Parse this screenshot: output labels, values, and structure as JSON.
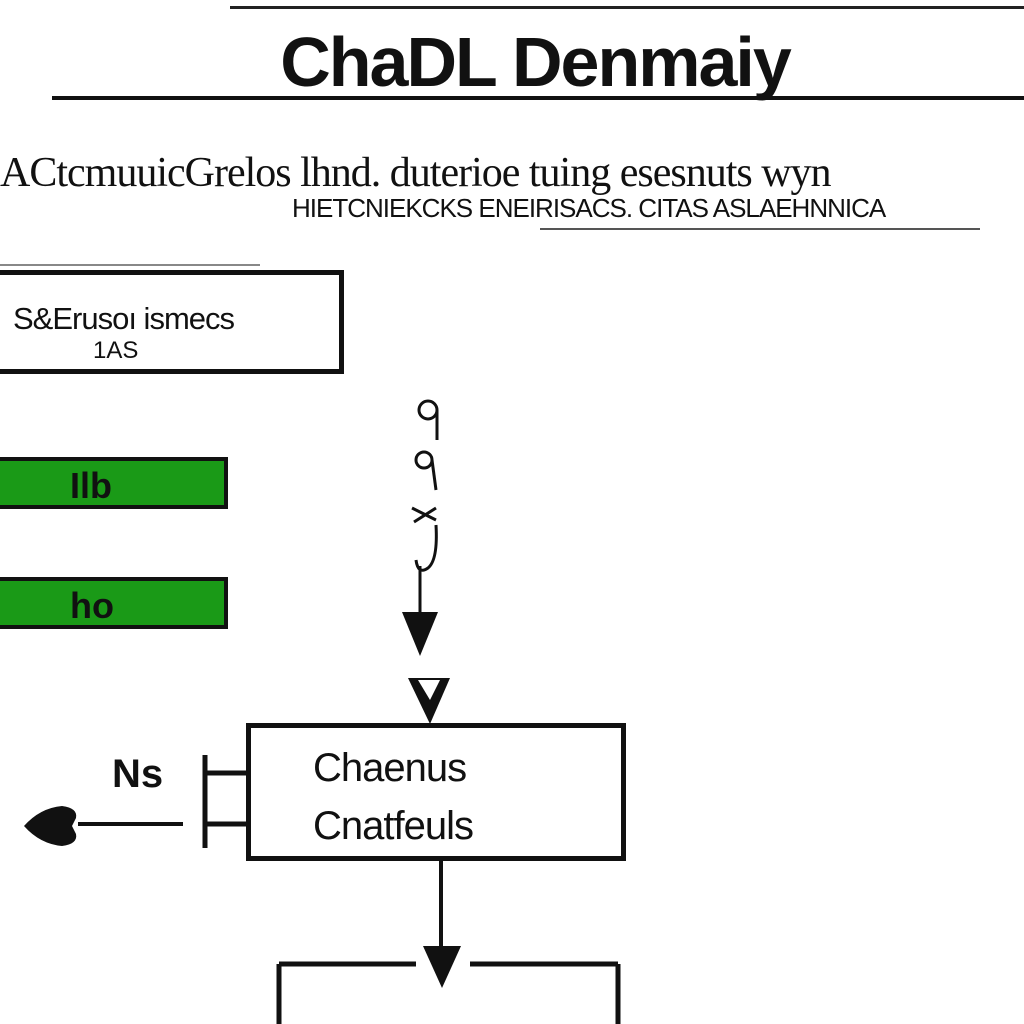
{
  "diagram": {
    "title": "ChaDL Denmaiy",
    "subtitle_line_1": "ACtcmuuicGrelos lhnd. duterioe tuing esesnuts wyn",
    "subtitle_line_2": "HIETCNIEKCKS ENEIRISACS. CITAS ASLAEHNNICA",
    "info_box": {
      "label": "S&Erusoı ismecs",
      "sublabel": "1AS"
    },
    "green_boxes": [
      {
        "label": "Ilb"
      },
      {
        "label": "ho"
      }
    ],
    "main_box": {
      "line_1": "Chaenus",
      "line_2": "Cnatfeuls"
    },
    "side_label": "Ns",
    "colors": {
      "green_fill": "#1a9a17",
      "stroke": "#111111",
      "background": "#ffffff"
    }
  }
}
